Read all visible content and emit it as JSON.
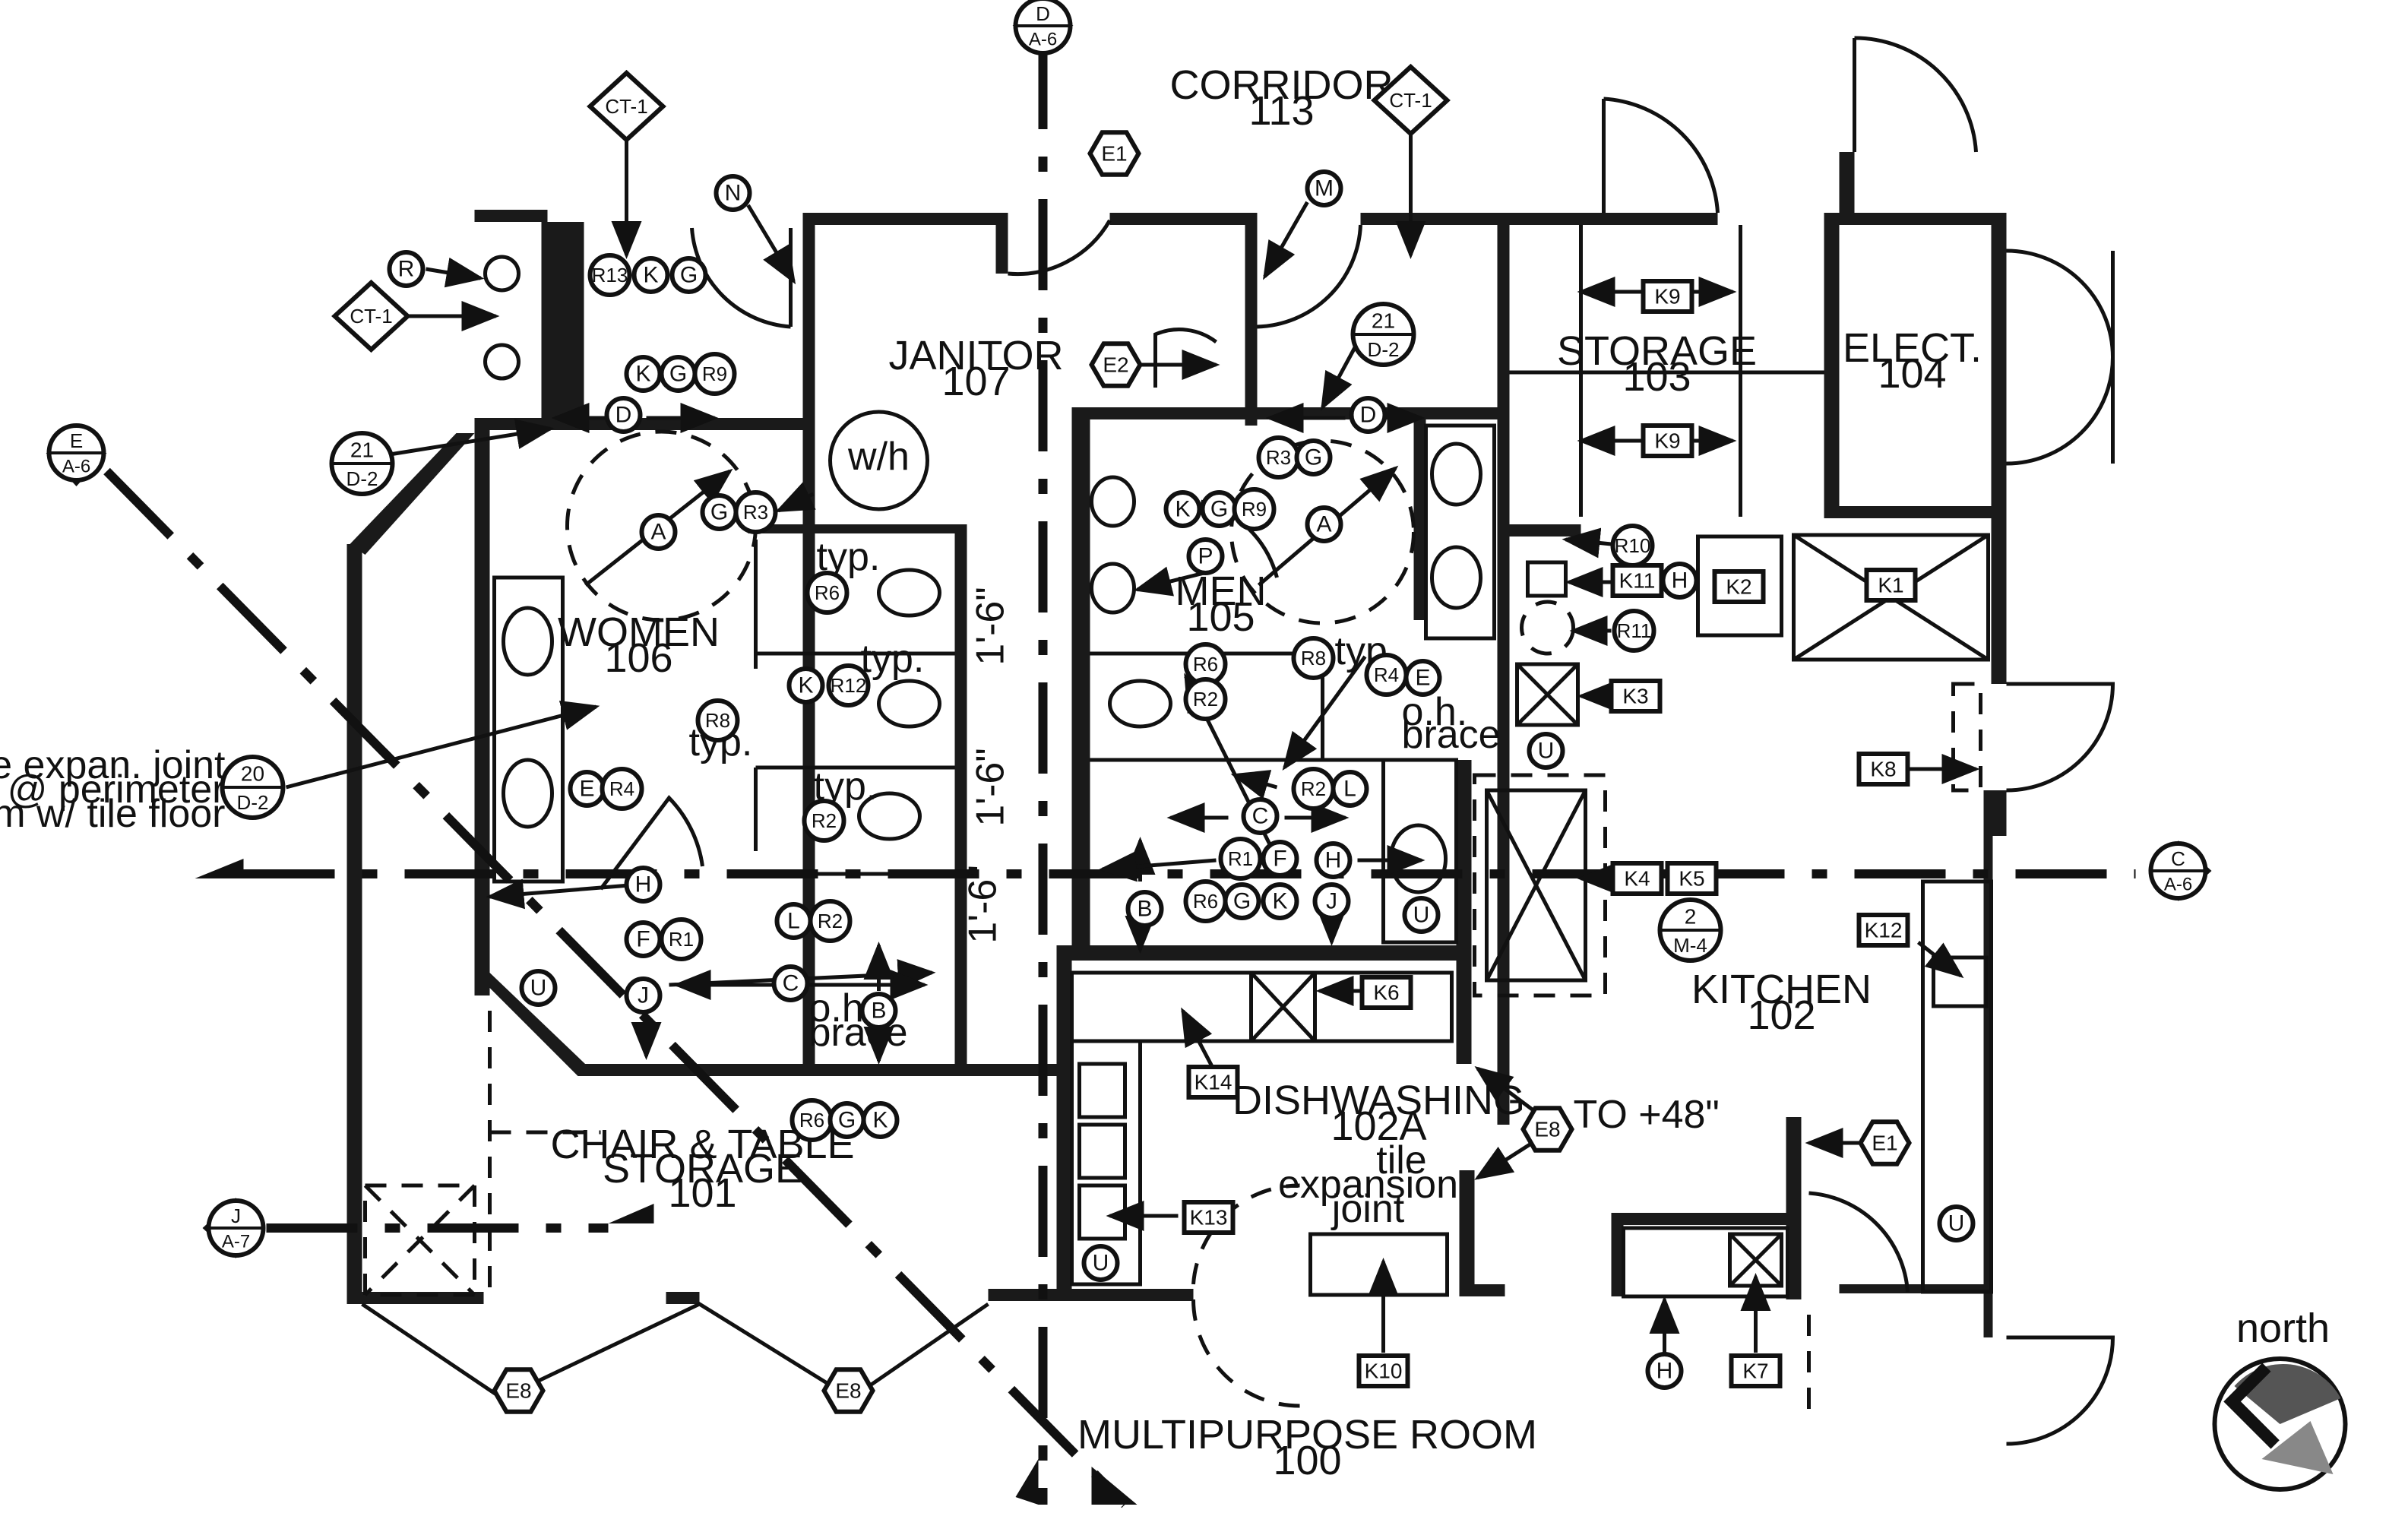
{
  "rooms": [
    {
      "name": "CORRIDOR",
      "number": "113"
    },
    {
      "name": "JANITOR",
      "number": "107"
    },
    {
      "name": "STORAGE",
      "number": "103"
    },
    {
      "name": "ELECT.",
      "number": "104"
    },
    {
      "name": "WOMEN",
      "number": "106"
    },
    {
      "name": "MEN",
      "number": "105"
    },
    {
      "name": "KITCHEN",
      "number": "102"
    },
    {
      "name": "DISHWASHING",
      "number": "102A"
    },
    {
      "name": "CHAIR & TABLE",
      "number": "STORAGE"
    },
    {
      "name": "MULTIPURPOSE ROOM",
      "number": "100"
    }
  ],
  "chair_storage_number": "101",
  "section_markers": [
    {
      "id": "D",
      "sheet": "A-6"
    },
    {
      "id": "E",
      "sheet": "A-6"
    },
    {
      "id": "C",
      "sheet": "A-6"
    },
    {
      "id": "J",
      "sheet": "A-7"
    }
  ],
  "detail_bubbles": [
    {
      "num": "21",
      "sheet": "D-2"
    },
    {
      "num": "21",
      "sheet": "D-2"
    },
    {
      "num": "20",
      "sheet": "D-2"
    },
    {
      "num": "2",
      "sheet": "M-4"
    }
  ],
  "diamond_tags": [
    "CT-1",
    "CT-1",
    "CT-1"
  ],
  "hex_tags": [
    "E1",
    "E2",
    "E8",
    "E1",
    "E8",
    "E8"
  ],
  "box_tags": [
    "K9",
    "K9",
    "K1",
    "K2",
    "K11",
    "K3",
    "K8",
    "K4",
    "K5",
    "K6",
    "K12",
    "K14",
    "K13",
    "K10",
    "K7"
  ],
  "circle_tags": [
    "R",
    "N",
    "R13",
    "K",
    "G",
    "K",
    "G",
    "R9",
    "D",
    "A",
    "G",
    "R3",
    "R6",
    "K",
    "R12",
    "R8",
    "E",
    "R4",
    "R2",
    "H",
    "F",
    "R1",
    "L",
    "R2",
    "C",
    "J",
    "B",
    "R6",
    "G",
    "K",
    "U",
    "M",
    "D",
    "K",
    "G",
    "R9",
    "R3",
    "G",
    "A",
    "P",
    "R6",
    "R2",
    "R8",
    "R4",
    "E",
    "R2",
    "L",
    "C",
    "R1",
    "F",
    "H",
    "B",
    "R6",
    "G",
    "K",
    "J",
    "U",
    "R10",
    "H",
    "R11",
    "U",
    "H",
    "U",
    "U"
  ],
  "notes": {
    "tile_joint_1": "tile expan. joint",
    "tile_joint_2": "typ. @ perimeter",
    "tile_joint_3": "of room w/ tile floor",
    "typ": "typ.",
    "oh_brace_1": "o.h.",
    "oh_brace_2": "brace",
    "dim": "1'-6\"",
    "to48": "TO +48\"",
    "tile_exp_1": "tile",
    "tile_exp_2": "expansion",
    "tile_exp_3": "joint",
    "wh": "w/h",
    "north": "north"
  },
  "colors": {
    "ink": "#111111",
    "wall": "#1a1a1a",
    "paper": "#ffffff"
  }
}
